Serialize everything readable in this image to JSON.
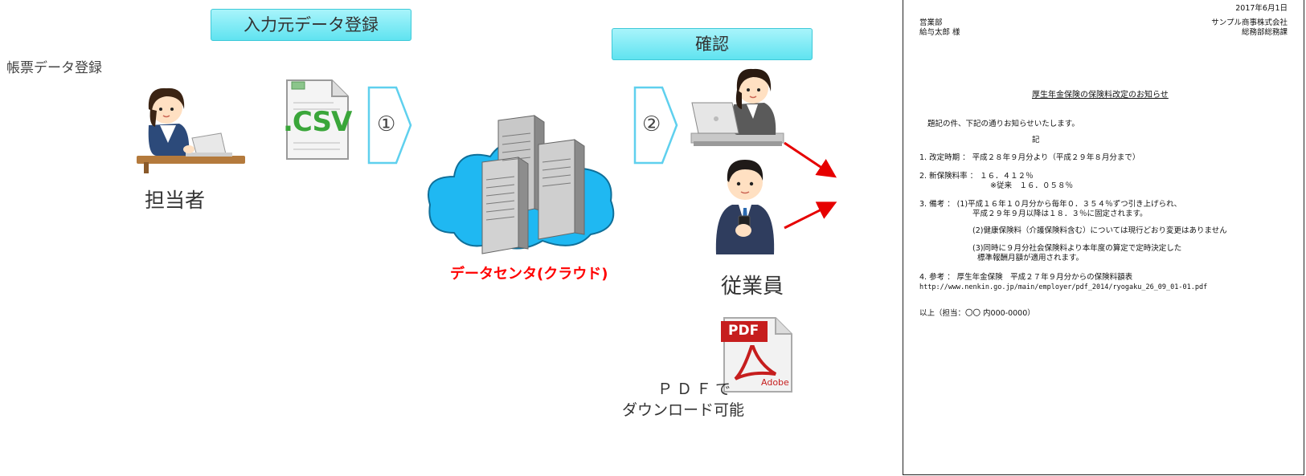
{
  "banners": {
    "input_registration": "入力元データ登録",
    "confirm": "確認"
  },
  "labels": {
    "form_data_registration": "帳票データ登録",
    "person_in_charge": "担当者",
    "csv": ".CSV",
    "step1": "①",
    "step2": "②",
    "datacenter": "データセンタ(クラウド)",
    "employee": "従業員",
    "pdf_line1": "ＰＤＦで",
    "pdf_line2": "ダウンロード可能",
    "pdf_icon_text": "PDF",
    "adobe_text": "Adobe"
  },
  "colors": {
    "banner": "#5fe3f0",
    "chevron": "#5fd0ee",
    "datacenter_label": "#ff0000",
    "arrow": "#e60000",
    "cloud": "#1fb8f2"
  },
  "document": {
    "date": "2017年6月1日",
    "to_dept": "営業部",
    "to_name": "給与太郎 様",
    "from_company": "サンプル商事株式会社",
    "from_dept": "総務部総務課",
    "title": "厚生年金保険の保険料改定のお知らせ",
    "intro": "題記の件、下記の通りお知らせいたします。",
    "ki": "記",
    "item1": "1. 改定時期 ： 平成２８年９月分より（平成２９年８月分まで）",
    "item2": "2. 新保険料率 ： １６．４１２％",
    "item2b": "※従来　１６．０５８％",
    "item3a": "3. 備考 ： (1)平成１６年１０月分から毎年０．３５４％ずつ引き上げられ、",
    "item3b": "平成２９年９月以降は１８．３％に固定されます。",
    "item3c": "(2)健康保険料（介護保険料含む）については現行どおり変更はありません",
    "item3d": "(3)同時に９月分社会保険料より本年度の算定で定時決定した",
    "item3e": "標準報酬月額が適用されます。",
    "item4": "4. 参考 ： 厚生年金保険　平成２７年９月分からの保険料額表",
    "url": "http://www.nenkin.go.jp/main/employer/pdf_2014/ryogaku_26_09_01-01.pdf",
    "closing": "以上（担当：〇〇 内000-0000）"
  }
}
